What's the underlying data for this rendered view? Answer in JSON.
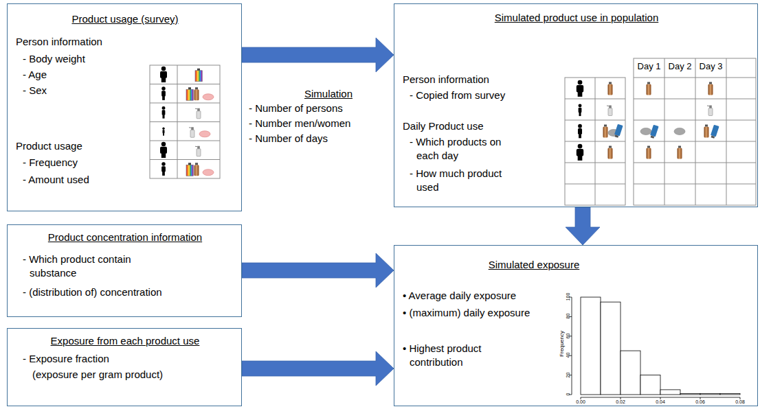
{
  "diagram": {
    "nodes": [
      {
        "text": [
          "Product usage (survey)",
          "Person information",
          "- Body weight",
          "- Age",
          "- Sex",
          "Product usage",
          "- Frequency",
          "- Amount used"
        ]
      },
      {
        "text": [
          "Simulated product use in population",
          "Person information",
          "- Copied from survey",
          "Daily Product use",
          "- Which products on each day",
          "- How much product used"
        ]
      },
      {
        "text": [
          "Product concentration information",
          "- Which product contain substance",
          "- (distribution of) concentration"
        ]
      },
      {
        "text": [
          "Exposure from each product use",
          "- Exposure fraction",
          "(exposure per gram product)"
        ]
      },
      {
        "text": [
          "Simulated exposure",
          "• Average daily exposure",
          "• (maximum) daily exposure",
          "• Highest product contribution"
        ]
      }
    ],
    "edges": [
      {
        "from": 0,
        "to": 1,
        "arrow": "to"
      },
      {
        "from": 1,
        "to": 4,
        "arrow": "to"
      },
      {
        "from": 2,
        "to": 4,
        "arrow": "to"
      },
      {
        "from": 3,
        "to": 4,
        "arrow": "to"
      }
    ],
    "labels": [
      "Simulation",
      "- Number of persons",
      "- Number men/women",
      "- Number of days",
      "Day 1",
      "Day 2",
      "Day 3",
      "Frequency",
      "0",
      "20",
      "40",
      "60",
      "80",
      "100",
      "0.00",
      "0.02",
      "0.04",
      "0.06",
      "0.08"
    ]
  }
}
